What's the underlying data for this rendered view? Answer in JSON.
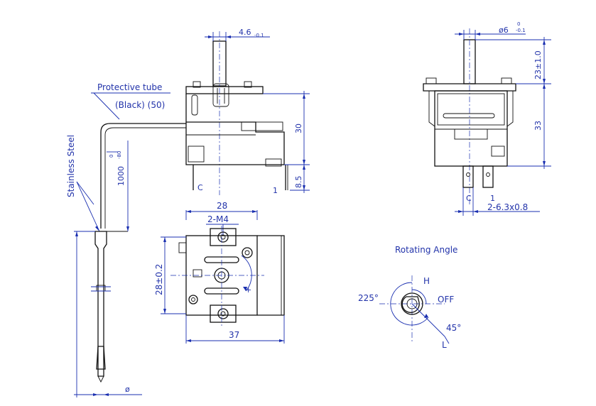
{
  "labels": {
    "protective_tube_1": "Protective tube",
    "protective_tube_2": "(Black) (50)",
    "stainless_steel": "Stainless Steel",
    "capillary_length": "1000",
    "capillary_tol_plus": "0",
    "capillary_tol_minus": "-80",
    "shaft_width": "4.6",
    "shaft_width_tol": "-0.1",
    "dim_30": "30",
    "dim_8_5": "8.5",
    "terminal_c": "C",
    "terminal_1": "1",
    "dim_28": "28",
    "dim_2_m4": "2-M4",
    "dim_28_pm": "28±0.2",
    "dim_37": "37",
    "diameter": "ø",
    "side_shaft_dia": "ø6",
    "side_shaft_dia_tol_plus": "0",
    "side_shaft_dia_tol_minus": "-0.1",
    "dim_23": "23±1.0",
    "dim_33": "33",
    "terminal_size": "2-6.3x0.8",
    "side_c": "C",
    "side_1": "1",
    "rotating_angle": "Rotating Angle",
    "angle_225": "225°",
    "angle_45": "45°",
    "pos_h": "H",
    "pos_off": "OFF",
    "pos_l": "L"
  },
  "icons": {
    "dial_icon": "rotary-knob-icon"
  }
}
